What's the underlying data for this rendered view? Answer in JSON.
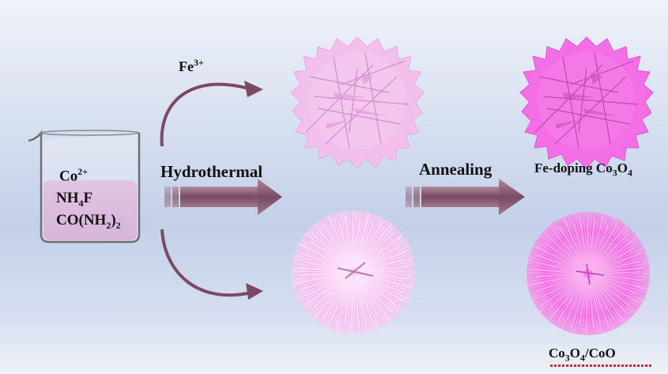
{
  "beaker": {
    "line1_base": "Co",
    "line1_sup": "2+",
    "line2_a": "NH",
    "line2_sub": "4",
    "line2_b": "F",
    "line3_a": "CO(NH",
    "line3_sub": "2",
    "line3_b": ")",
    "line3_sub2": "2"
  },
  "fe_label": {
    "base": "Fe",
    "sup": "3+"
  },
  "steps": {
    "hydrothermal": "Hydrothermal",
    "annealing": "Annealing"
  },
  "product_top": {
    "a": "Fe-doping Co",
    "sub1": "3",
    "b": "O",
    "sub2": "4"
  },
  "product_bottom": {
    "a": "Co",
    "sub1": "3",
    "b": "O",
    "sub2": "4",
    "c": "/CoO"
  },
  "colors": {
    "arrow": "#8a5a70",
    "flower_light": "#f2b8e8",
    "flower_bright": "#f46fe6",
    "urchin": "#f6a0ea"
  }
}
